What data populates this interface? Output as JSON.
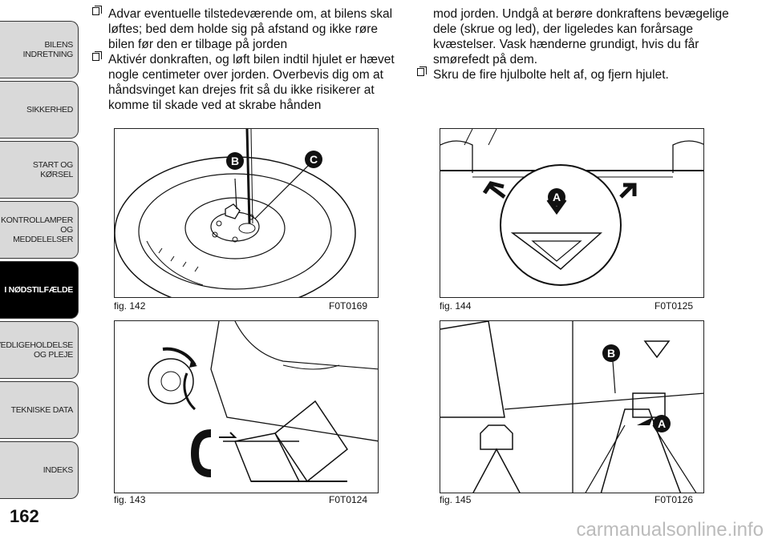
{
  "sidebar": {
    "tabs": [
      {
        "label": "BILENS INDRETNING",
        "active": false
      },
      {
        "label": "SIKKERHED",
        "active": false
      },
      {
        "label": "START OG KØRSEL",
        "active": false
      },
      {
        "label": "KONTROLLAMPER\nOG MEDDELELSER",
        "active": false
      },
      {
        "label": "I NØDSTILFÆLDE",
        "active": true
      },
      {
        "label": "VEDLIGEHOLDELSE\nOG PLEJE",
        "active": false
      },
      {
        "label": "TEKNISKE DATA",
        "active": false
      },
      {
        "label": "INDEKS",
        "active": false
      }
    ]
  },
  "page_number": "162",
  "column_left": {
    "items": [
      "Advar eventuelle tilstedeværende om, at bilens skal løftes; bed dem holde sig på afstand og ikke røre bilen før den er tilbage på jorden",
      "Aktivér donkraften, og løft bilen indtil hjulet er hævet nogle centimeter over jorden. Overbevis dig om at håndsvinget kan drejes frit så du ikke risikerer at komme til skade ved at skrabe hånden"
    ]
  },
  "column_right": {
    "continuation": "mod jorden. Undgå at berøre donkraftens bevægelige dele (skrue og led), der ligeledes kan forårsage kvæstelser. Vask hænderne grundigt, hvis du får smørefedt på dem.",
    "items": [
      "Skru de fire hjulbolte helt af, og fjern hjulet."
    ]
  },
  "figures": {
    "fig142": {
      "caption": "fig. 142",
      "code": "F0T0169",
      "callouts": [
        "B",
        "C"
      ]
    },
    "fig143": {
      "caption": "fig. 143",
      "code": "F0T0124"
    },
    "fig144": {
      "caption": "fig. 144",
      "code": "F0T0125",
      "callouts": [
        "A"
      ]
    },
    "fig145": {
      "caption": "fig. 145",
      "code": "F0T0126",
      "callouts": [
        "B",
        "A"
      ]
    }
  },
  "watermark": "carmanualsonline.info"
}
